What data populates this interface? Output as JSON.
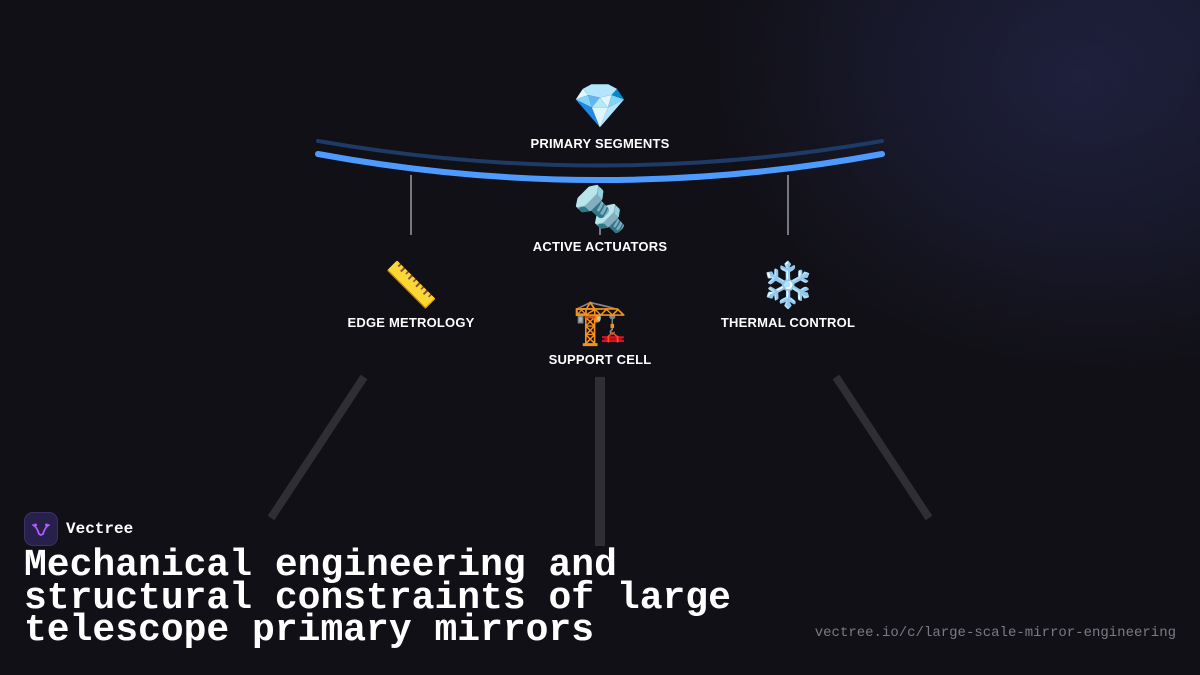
{
  "diagram": {
    "nodes": [
      {
        "id": "primary",
        "emoji": "💎",
        "icon": "gem-icon",
        "label": "PRIMARY SEGMENTS"
      },
      {
        "id": "actuators",
        "emoji": "🔩",
        "icon": "nut-and-bolt-icon",
        "label": "ACTIVE ACTUATORS"
      },
      {
        "id": "metrology",
        "emoji": "📏",
        "icon": "ruler-icon",
        "label": "EDGE METROLOGY"
      },
      {
        "id": "support",
        "emoji": "🏗️",
        "icon": "crane-icon",
        "label": "SUPPORT CELL"
      },
      {
        "id": "thermal",
        "emoji": "❄️",
        "icon": "snowflake-icon",
        "label": "THERMAL CONTROL"
      }
    ],
    "colors": {
      "mirror_front": "#4d9bff",
      "mirror_back": "#1e3a66",
      "connector": "#77777d",
      "strut": "#2f2f33"
    }
  },
  "brand": {
    "name": "Vectree",
    "logo_icon": "vectree-logo-icon",
    "logo_color": "#b05cff"
  },
  "title": "Mechanical engineering and structural constraints of large telescope primary mirrors",
  "url": "vectree.io/c/large-scale-mirror-engineering"
}
